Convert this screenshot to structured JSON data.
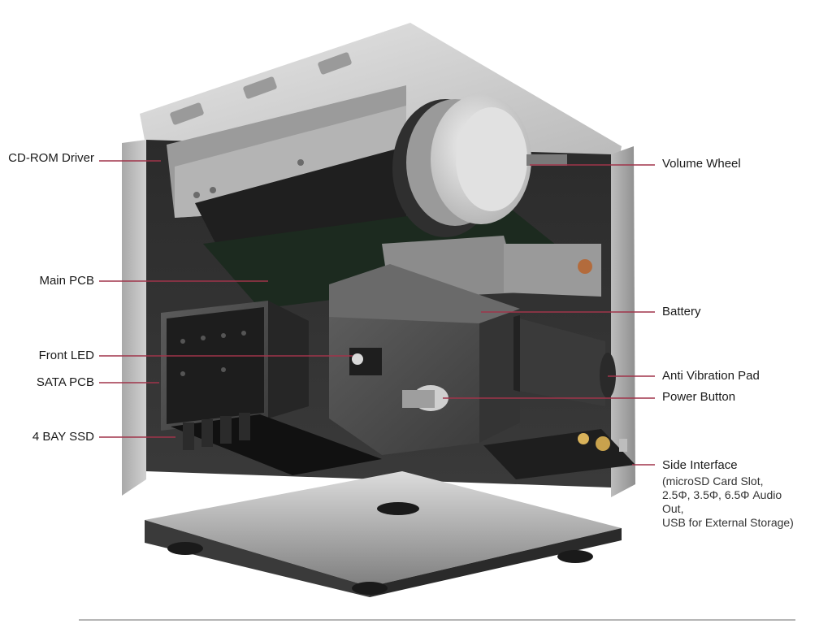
{
  "colors": {
    "leader_line": "#a0344a",
    "chassis_light": "#c9c9c9",
    "chassis_dark": "#2a2a2a",
    "board_black": "#1b1b1b",
    "background": "#ffffff"
  },
  "callouts": {
    "cdrom": "CD-ROM Driver",
    "main_pcb": "Main PCB",
    "front_led": "Front LED",
    "sata_pcb": "SATA PCB",
    "ssd": "4 BAY SSD",
    "volume_wheel": "Volume Wheel",
    "battery": "Battery",
    "anti_vibration": "Anti Vibration Pad",
    "power_button": "Power Button",
    "side_interface": "Side Interface",
    "side_interface_details": [
      "(microSD Card Slot,",
      "2.5Φ, 3.5Φ, 6.5Φ Audio",
      "Out,",
      "USB for External Storage)"
    ]
  }
}
